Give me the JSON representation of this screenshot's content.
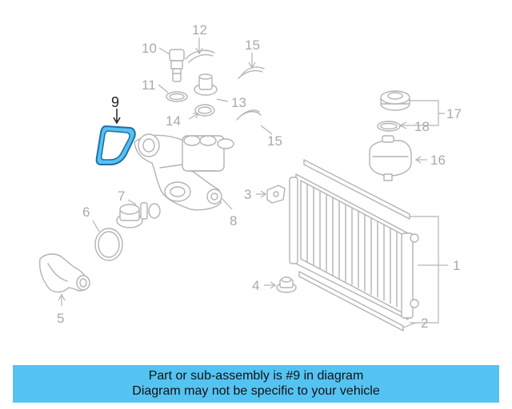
{
  "diagram": {
    "highlight_color": "#1f6fa8",
    "highlight_fill": "#55c3f2",
    "part_color": "#b3b3b3",
    "callouts": [
      {
        "id": "1",
        "text": "1"
      },
      {
        "id": "2",
        "text": "2"
      },
      {
        "id": "3",
        "text": "3"
      },
      {
        "id": "4",
        "text": "4"
      },
      {
        "id": "5",
        "text": "5"
      },
      {
        "id": "6",
        "text": "6"
      },
      {
        "id": "7",
        "text": "7"
      },
      {
        "id": "8",
        "text": "8"
      },
      {
        "id": "9",
        "text": "9"
      },
      {
        "id": "10",
        "text": "10"
      },
      {
        "id": "11",
        "text": "11"
      },
      {
        "id": "12",
        "text": "12"
      },
      {
        "id": "13",
        "text": "13"
      },
      {
        "id": "14",
        "text": "14"
      },
      {
        "id": "15a",
        "text": "15"
      },
      {
        "id": "15b",
        "text": "15"
      },
      {
        "id": "16",
        "text": "16"
      },
      {
        "id": "17",
        "text": "17"
      },
      {
        "id": "18",
        "text": "18"
      }
    ]
  },
  "banner": {
    "line1": "Part or sub-assembly is #9 in diagram",
    "line2": "Diagram may not be specific to your vehicle",
    "color": "#55c3f2"
  }
}
